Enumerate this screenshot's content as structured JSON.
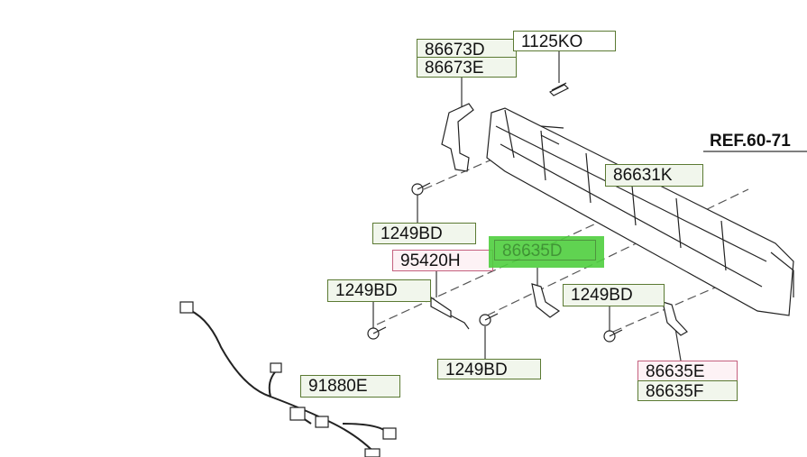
{
  "reference": "REF.60-71",
  "labels": [
    {
      "id": "86673D",
      "kind": "part"
    },
    {
      "id": "86673E",
      "kind": "part"
    },
    {
      "id": "1125KO",
      "kind": "part"
    },
    {
      "id": "86631K",
      "kind": "part"
    },
    {
      "id": "1249BD",
      "kind": "part"
    },
    {
      "id": "95420H",
      "kind": "sensor"
    },
    {
      "id": "86635D",
      "kind": "highlighted"
    },
    {
      "id": "1249BD",
      "kind": "part"
    },
    {
      "id": "1249BD",
      "kind": "part"
    },
    {
      "id": "1249BD",
      "kind": "part"
    },
    {
      "id": "86635E",
      "kind": "sensor"
    },
    {
      "id": "86635F",
      "kind": "part"
    },
    {
      "id": "91880E",
      "kind": "part"
    }
  ],
  "colors": {
    "label_border": "#5b7a33",
    "alt_border": "#c4607e",
    "highlight": "#4fcf3f"
  }
}
